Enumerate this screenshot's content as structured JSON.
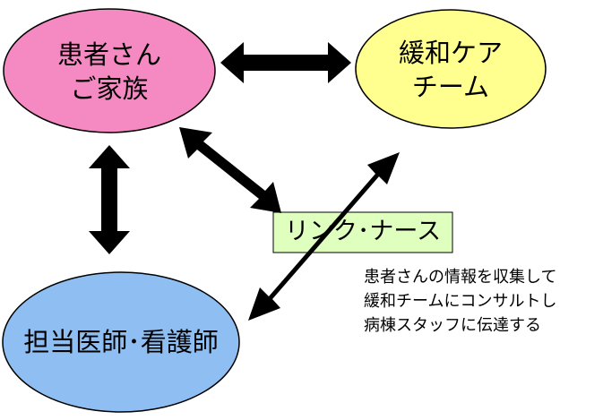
{
  "colors": {
    "patient_fill": "#f58ac3",
    "palliative_fill": "#ffff8f",
    "physician_fill": "#8fbff2",
    "link_box_fill": "#dfffbf",
    "arrow": "#000000",
    "outline": "#000000"
  },
  "nodes": {
    "patient_family": {
      "line1": "患者さん",
      "line2": "ご家族"
    },
    "palliative_care_team": {
      "line1": "緩和ケア",
      "line2": "チーム"
    },
    "physician_nurse": {
      "label": "担当医師･看護師"
    },
    "link_nurse": {
      "label": "リンク･ナース"
    }
  },
  "note": {
    "lines": [
      "患者さんの情報を収集して",
      "緩和チームにコンサルトし",
      "病棟スタッフに伝達する"
    ]
  }
}
